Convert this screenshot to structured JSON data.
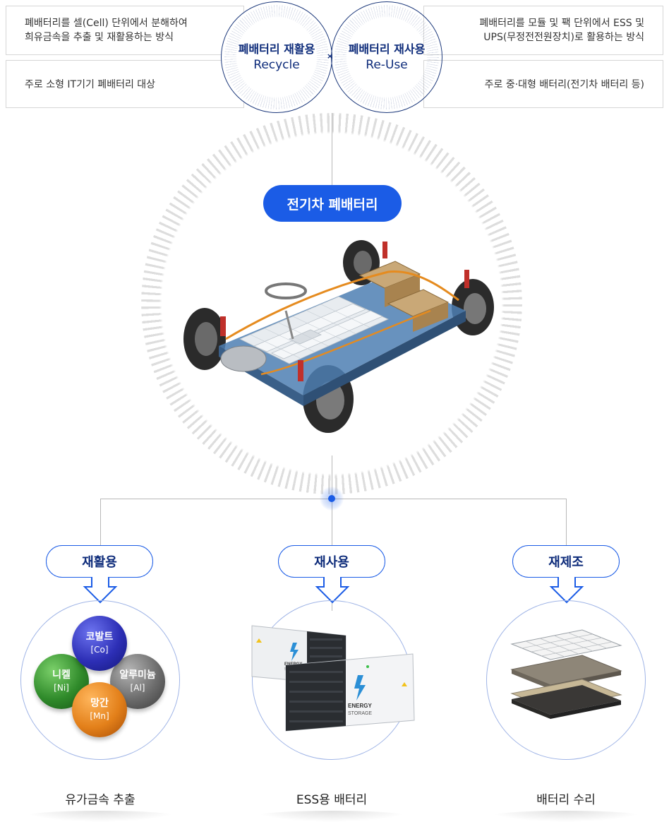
{
  "top": {
    "recycle": {
      "title": "폐배터리 재활용",
      "subtitle": "Recycle",
      "description": "폐배터리를 셀(Cell) 단위에서 분해하여\n희유금속을 추출 및 재활용하는 방식",
      "target": "주로 소형 IT기기 폐배터리 대상"
    },
    "reuse": {
      "title": "폐배터리 재사용",
      "subtitle": "Re-Use",
      "description": "폐배터리를 모듈 및 팩 단위에서 ESS 및\nUPS(무정전전원장치)로 활용하는 방식",
      "target": "주로 중·대형 배터리(전기차 배터리 등)"
    },
    "times_symbol": "×"
  },
  "center": {
    "label": "전기차 폐배터리"
  },
  "branches": [
    {
      "label": "재활용",
      "caption": "유가금속 추출",
      "metals": [
        {
          "name": "코발트",
          "symbol": "[Co]"
        },
        {
          "name": "니켈",
          "symbol": "[Ni]"
        },
        {
          "name": "알루미늄",
          "symbol": "[Al]"
        },
        {
          "name": "망간",
          "symbol": "[Mn]"
        }
      ]
    },
    {
      "label": "재사용",
      "caption": "ESS용 배터리",
      "container_text": [
        "ENERGY",
        "STORAGE"
      ]
    },
    {
      "label": "재제조",
      "caption": "배터리 수리"
    }
  ],
  "colors": {
    "accent": "#1b5ce6",
    "navy": "#0d2b7a"
  }
}
